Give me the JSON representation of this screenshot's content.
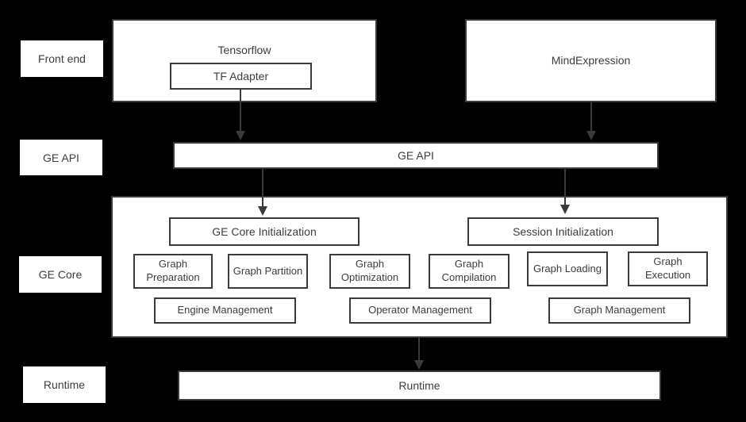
{
  "colors": {
    "background": "#000000",
    "box_fill": "#ffffff",
    "border": "#3a3a3a",
    "text": "#3d3d3d"
  },
  "rows": [
    {
      "label": "Front end"
    },
    {
      "label": "GE API"
    },
    {
      "label": "GE Core"
    },
    {
      "label": "Runtime"
    }
  ],
  "front_end": {
    "tensorflow_label": "Tensorflow",
    "tf_adapter_label": "TF Adapter",
    "mindexpression_label": "MindExpression"
  },
  "ge_api": {
    "label": "GE API"
  },
  "ge_core": {
    "initialization": [
      {
        "label": "GE Core Initialization"
      },
      {
        "label": "Session Initialization"
      }
    ],
    "modules": [
      {
        "label": "Graph Preparation"
      },
      {
        "label": "Graph Partition"
      },
      {
        "label": "Graph Optimization"
      },
      {
        "label": "Graph Compilation"
      },
      {
        "label": "Graph Loading"
      },
      {
        "label": "Graph Execution"
      }
    ],
    "management": [
      {
        "label": "Engine Management"
      },
      {
        "label": "Operator Management"
      },
      {
        "label": "Graph Management"
      }
    ]
  },
  "runtime": {
    "label": "Runtime"
  }
}
